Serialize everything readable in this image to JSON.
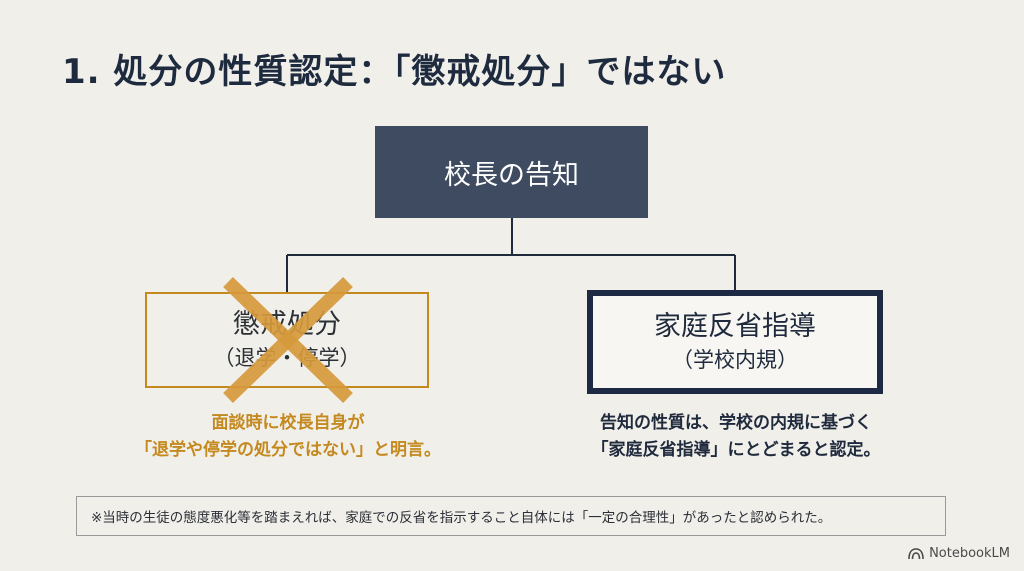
{
  "title": "1. 処分の性質認定：「懲戒処分」ではない",
  "top_box": {
    "label": "校長の告知"
  },
  "left_box": {
    "label": "懲戒処分",
    "sub": "（退学・停学）",
    "note_line1": "面談時に校長自身が",
    "note_line2": "「退学や停学の処分ではない」と明言。"
  },
  "right_box": {
    "label": "家庭反省指導",
    "sub": "（学校内規）",
    "note_line1": "告知の性質は、学校の内規に基づく",
    "note_line2": "「家庭反省指導」にとどまると認定。"
  },
  "footnote": "※当時の生徒の態度悪化等を踏まえれば、家庭での反省を指示すること自体には「一定の合理性」があったと認められた。",
  "brand": {
    "name": "NotebookLM",
    "icon": "notebooklm-logo-icon"
  },
  "colors": {
    "background": "#f1efea",
    "navy": "#3e4b60",
    "dark_navy": "#1e2a44",
    "accent": "#c4891f",
    "cross": "#d69a3c"
  }
}
